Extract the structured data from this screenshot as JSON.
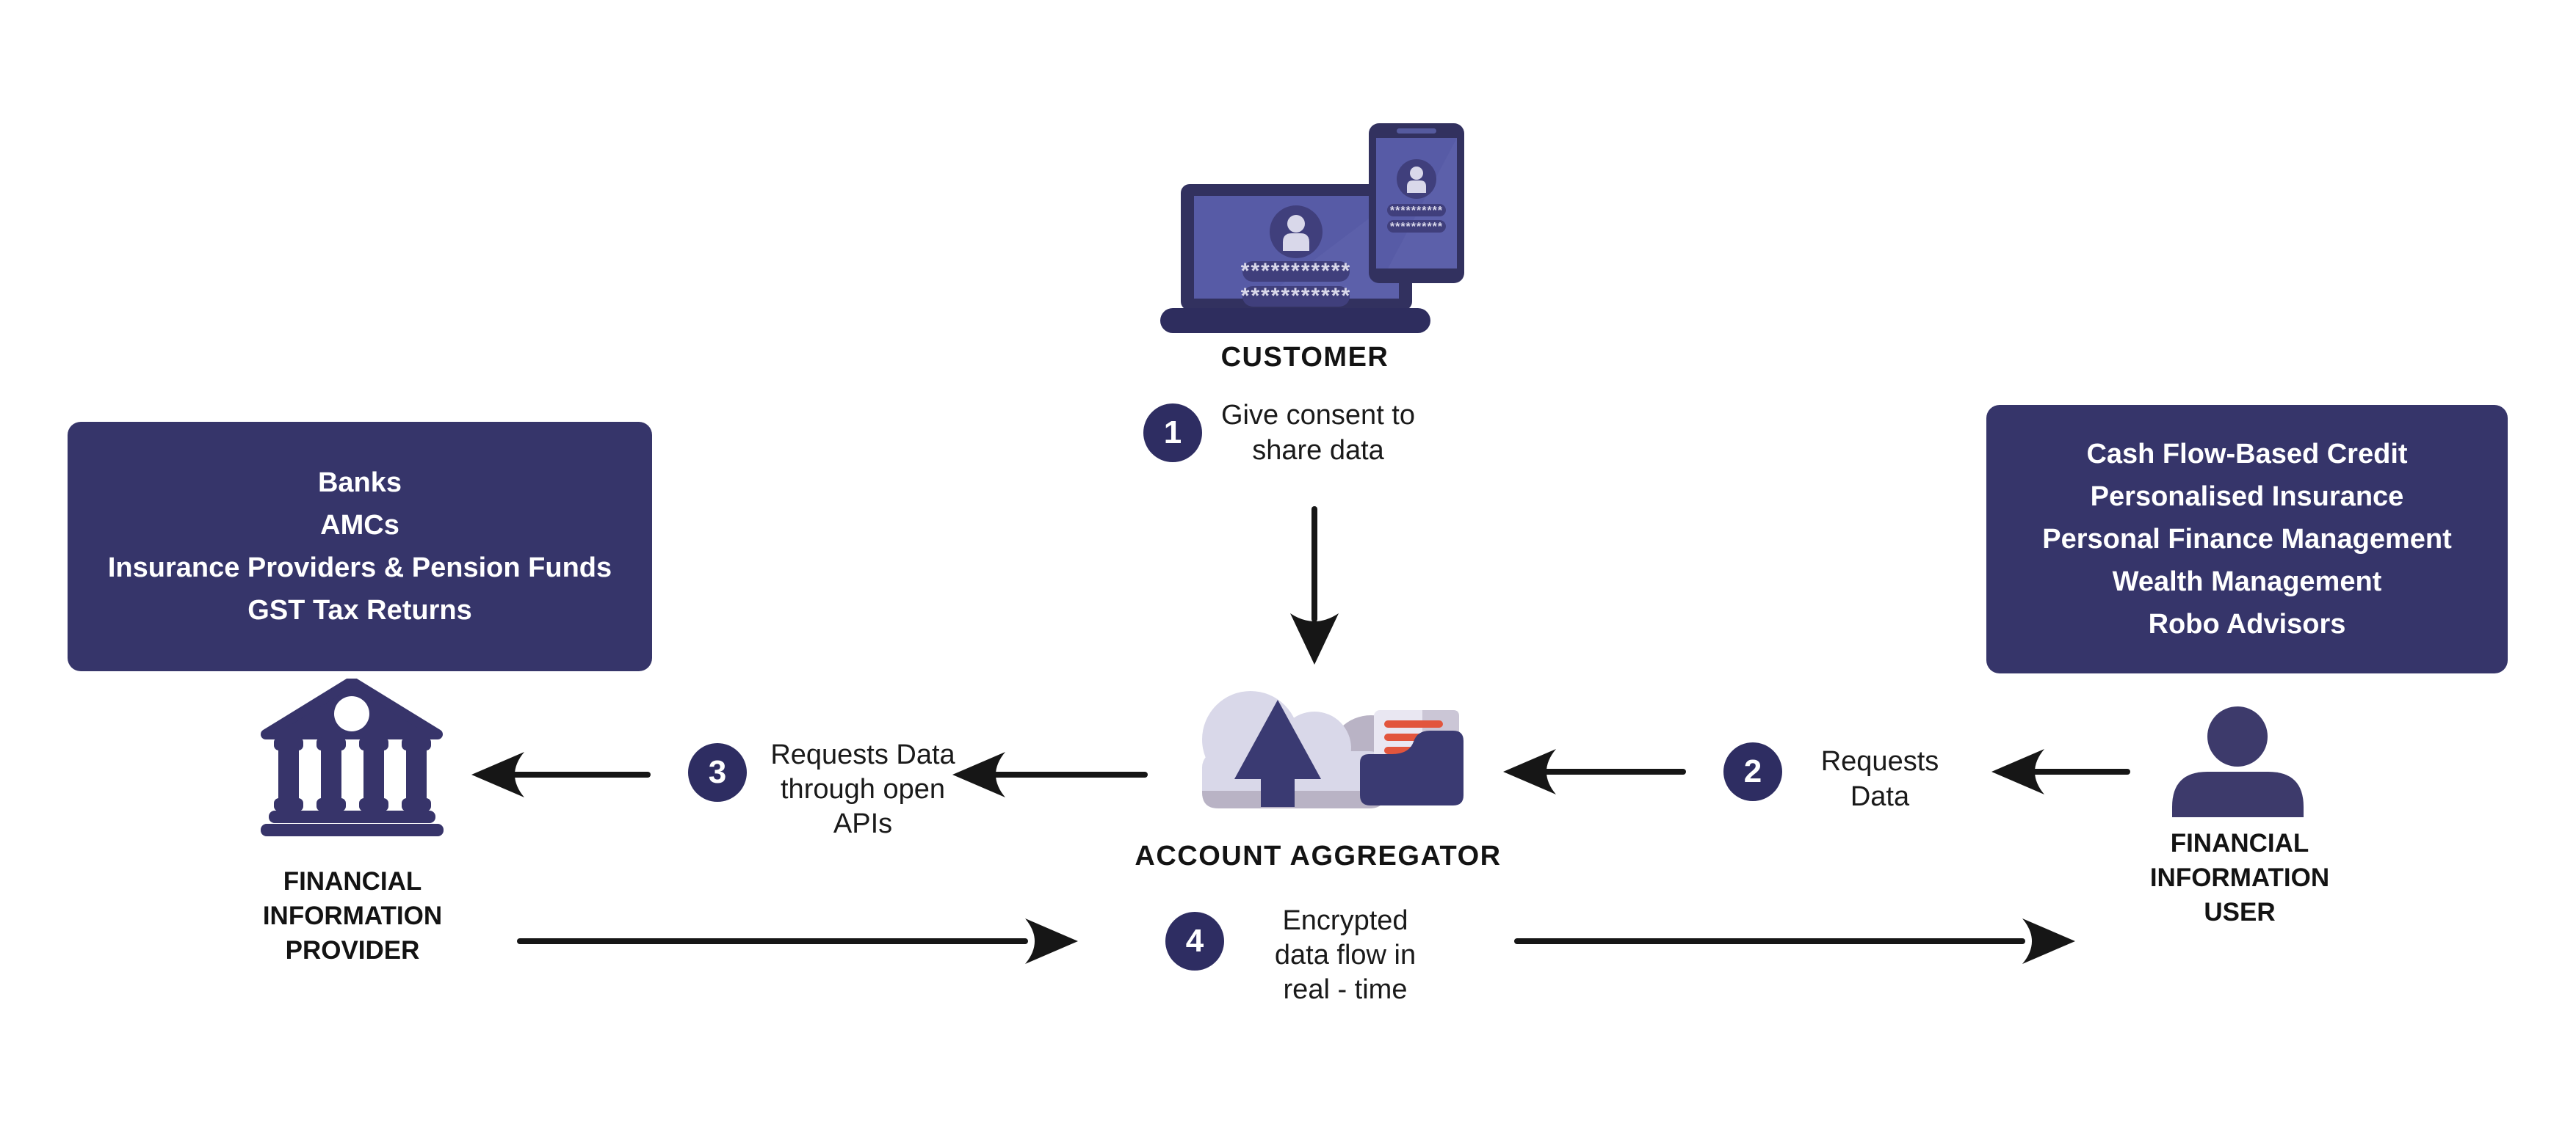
{
  "customer": {
    "label": "CUSTOMER",
    "password_mask_laptop": "***********",
    "password_mask_phone": "**********"
  },
  "account_aggregator": {
    "label": "ACCOUNT AGGREGATOR"
  },
  "fip": {
    "label_lines": [
      "FINANCIAL",
      "INFORMATION",
      "PROVIDER"
    ],
    "examples": [
      "Banks",
      "AMCs",
      "Insurance Providers & Pension Funds",
      "GST Tax Returns"
    ]
  },
  "fiu": {
    "label_lines": [
      "FINANCIAL",
      "INFORMATION",
      "USER"
    ],
    "examples": [
      "Cash Flow-Based Credit",
      "Personalised Insurance",
      "Personal Finance Management",
      "Wealth Management",
      "Robo Advisors"
    ]
  },
  "steps": [
    {
      "number": "1",
      "lines": [
        "Give consent to",
        "share data"
      ]
    },
    {
      "number": "2",
      "lines": [
        "Requests",
        "Data"
      ]
    },
    {
      "number": "3",
      "lines": [
        "Requests Data",
        "through open",
        "APIs"
      ]
    },
    {
      "number": "4",
      "lines": [
        "Encrypted",
        "data flow in",
        "real - time"
      ]
    }
  ],
  "icons": {
    "customer": "laptop-phone-login-icon",
    "account_aggregator": "cloud-upload-folder-icon",
    "fip": "bank-building-icon",
    "fiu": "person-icon"
  },
  "colors": {
    "navy_box": "#36356a",
    "step_circle": "#2e2d62",
    "icon_navy": "#3a3a72",
    "cloud_light": "#d9d8e9",
    "cloud_shadow": "#b9b3c5",
    "document": "#e9e7f2",
    "document_lines": "#e2553d",
    "device_screen": "#575ba6",
    "device_frame": "#32315f",
    "arrow_black": "#161616",
    "background": "#ffffff"
  }
}
